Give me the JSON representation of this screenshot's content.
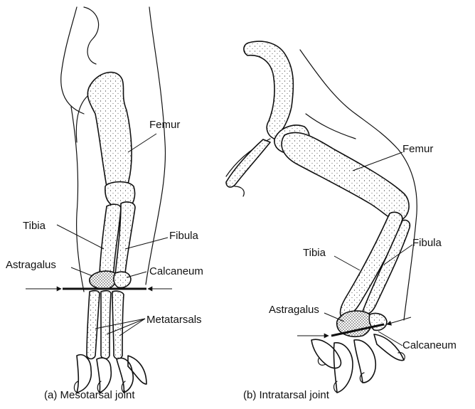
{
  "panel_a": {
    "labels": {
      "femur": "Femur",
      "tibia": "Tibia",
      "fibula": "Fibula",
      "astragalus": "Astragalus",
      "calcaneum": "Calcaneum",
      "metatarsals": "Metatarsals"
    },
    "caption": "(a) Mesotarsal joint"
  },
  "panel_b": {
    "labels": {
      "femur": "Femur",
      "tibia": "Tibia",
      "fibula": "Fibula",
      "astragalus": "Astragalus",
      "calcaneum": "Calcaneum"
    },
    "caption": "(b) Intratarsal joint"
  }
}
